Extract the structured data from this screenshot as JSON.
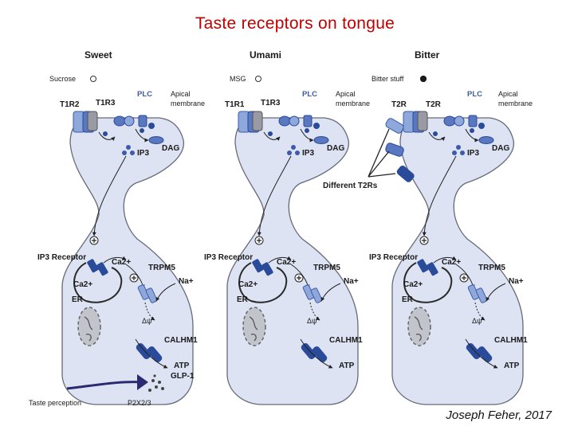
{
  "title": "Taste receptors on tongue",
  "credit": "Joseph Feher, 2017",
  "colors": {
    "cell_fill": "#dde3f3",
    "cell_stroke": "#666a78",
    "dark_blue": "#2a4a9a",
    "mid_blue": "#5a78c0",
    "light_blue": "#8ea8dc",
    "title_red": "#c00000"
  },
  "cells": [
    {
      "header": "Sweet",
      "ligand": "Sucrose",
      "receptor_left": "T1R2",
      "receptor_right": "T1R3",
      "plc": "PLC",
      "apical_1": "Apical",
      "apical_2": "membrane",
      "dag": "DAG",
      "ip3": "IP3",
      "ip3_receptor": "IP3 Receptor",
      "ca": "Ca2+",
      "ca_er": "Ca2+",
      "er": "ER",
      "trpm5": "TRPM5",
      "na": "Na+",
      "dpsi": "Δψ",
      "calhm1": "CALHM1",
      "atp": "ATP",
      "glp1": "GLP-1"
    },
    {
      "header": "Umami",
      "ligand": "MSG",
      "receptor_left": "T1R1",
      "receptor_right": "T1R3",
      "plc": "PLC",
      "apical_1": "Apical",
      "apical_2": "membrane",
      "dag": "DAG",
      "ip3": "IP3",
      "ip3_receptor": "IP3 Receptor",
      "ca": "Ca2+",
      "ca_er": "Ca2+",
      "er": "ER",
      "trpm5": "TRPM5",
      "na": "Na+",
      "dpsi": "Δψ",
      "calhm1": "CALHM1",
      "atp": "ATP"
    },
    {
      "header": "Bitter",
      "ligand": "Bitter stuff",
      "receptor_left": "T2R",
      "receptor_right": "T2R",
      "plc": "PLC",
      "apical_1": "Apical",
      "apical_2": "membrane",
      "dag": "DAG",
      "ip3": "IP3",
      "ip3_receptor": "IP3 Receptor",
      "ca": "Ca2+",
      "ca_er": "Ca2+",
      "er": "ER",
      "trpm5": "TRPM5",
      "na": "Na+",
      "dpsi": "Δψ",
      "calhm1": "CALHM1",
      "atp": "ATP",
      "different": "Different T2Rs"
    }
  ],
  "nerve": {
    "taste_perception": "Taste perception",
    "p2x": "P2X2/3"
  }
}
